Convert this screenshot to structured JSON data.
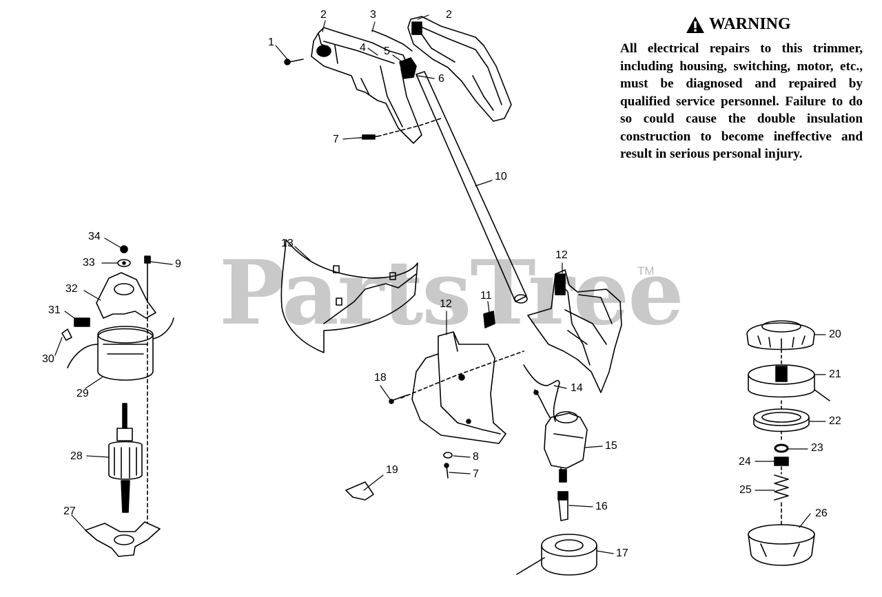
{
  "watermark": {
    "text": "PartsTree",
    "trademark": "TM"
  },
  "warning": {
    "title": "WARNING",
    "icon": "warning-triangle-icon",
    "text": "All electrical repairs to this trimmer, including housing, switching, motor, etc., must be diagnosed and repaired by qualified service personnel. Failure to do so could cause the double insulation construction to become ineffective and result in serious personal injury."
  },
  "callouts": [
    "1",
    "2",
    "2",
    "3",
    "4",
    "5",
    "6",
    "7",
    "10",
    "34",
    "33",
    "9",
    "32",
    "31",
    "30",
    "29",
    "28",
    "27",
    "13",
    "12",
    "11",
    "12",
    "18",
    "14",
    "15",
    "16",
    "17",
    "8",
    "7",
    "19",
    "20",
    "21",
    "22",
    "23",
    "24",
    "25",
    "26"
  ]
}
